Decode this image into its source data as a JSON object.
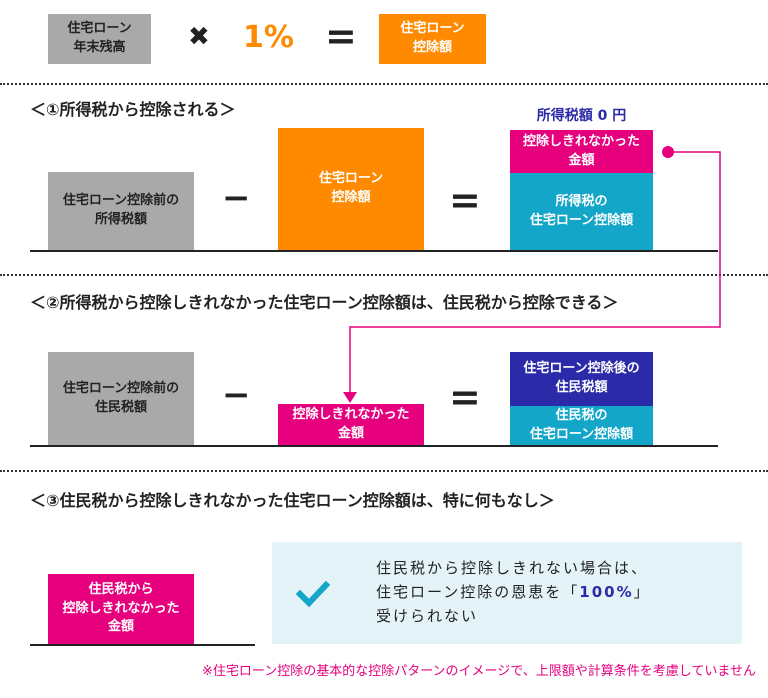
{
  "header": {
    "box_left": "住宅ローン\n年末残高",
    "times": "✖",
    "rate": "1%",
    "equals": "=",
    "box_right": "住宅ローン\n控除額"
  },
  "section1": {
    "heading": "＜①所得税から控除される＞",
    "box_before": "住宅ローン控除前の\n所得税額",
    "minus": "−",
    "box_deduction": "住宅ローン\n控除額",
    "equals": "=",
    "result_label": "所得税額 0 円",
    "result_top": "控除しきれなかった\n金額",
    "result_bottom": "所得税の\n住宅ローン控除額"
  },
  "section2": {
    "heading": "＜②所得税から控除しきれなかった住宅ローン控除額は、住民税から控除できる＞",
    "box_before": "住宅ローン控除前の\n住民税額",
    "minus": "−",
    "box_remaining": "控除しきれなかった\n金額",
    "equals": "=",
    "result_top": "住宅ローン控除後の\n住民税額",
    "result_bottom": "住民税の\n住宅ローン控除額"
  },
  "section3": {
    "heading": "＜③住民税から控除しきれなかった住宅ローン控除額は、特に何もなし＞",
    "box_remaining": "住民税から\n控除しきれなかった\n金額",
    "info_line1": "住民税から控除しきれない場合は、",
    "info_line2_pre": "住宅ローン控除の恩恵を「",
    "info_highlight": "100%",
    "info_line2_post": "」",
    "info_line3": "受けられない"
  },
  "footnote": "※住宅ローン控除の基本的な控除パターンのイメージで、上限額や計算条件を考慮していません",
  "colors": {
    "gray": "#a9a9a9",
    "orange": "#ff8a00",
    "magenta": "#e6007e",
    "cyan": "#13a6c9",
    "navy": "#2b2aa8",
    "info_bg": "#e3f3f7"
  },
  "icons": {
    "check": "check-icon",
    "connector": "connector-arrow"
  }
}
